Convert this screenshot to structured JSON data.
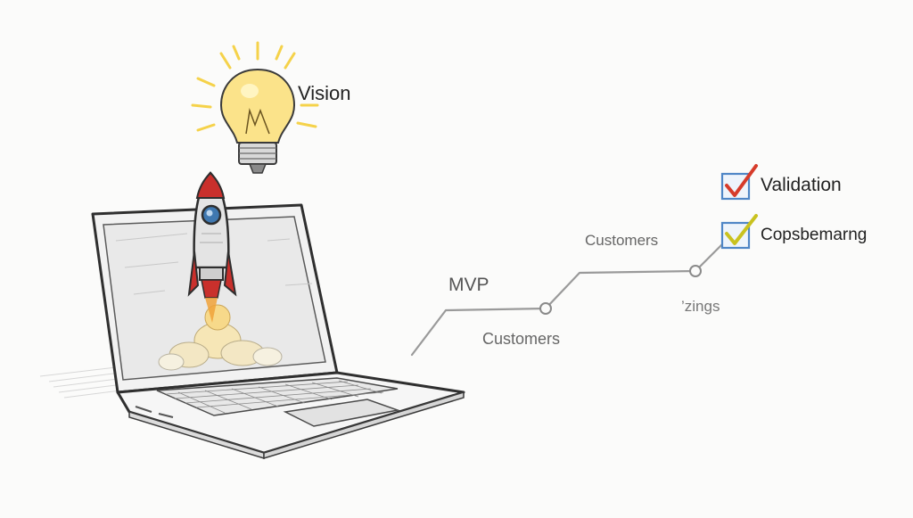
{
  "labels": {
    "vision": "Vision",
    "mvp": "MVP",
    "customers_lower": "Customers",
    "customers_upper": "Customers",
    "zings": "’zings"
  },
  "checklist": [
    {
      "label": "Validation",
      "check_color": "#d63b2a"
    },
    {
      "label": "Copsbemarng",
      "check_color": "#c9c21f"
    }
  ],
  "colors": {
    "bulb_glow": "#f5d24a",
    "rocket_red": "#c9302c",
    "rocket_window": "#3f78b0",
    "checkbox_border": "#4f86c6",
    "line": "#9a9a9a"
  }
}
